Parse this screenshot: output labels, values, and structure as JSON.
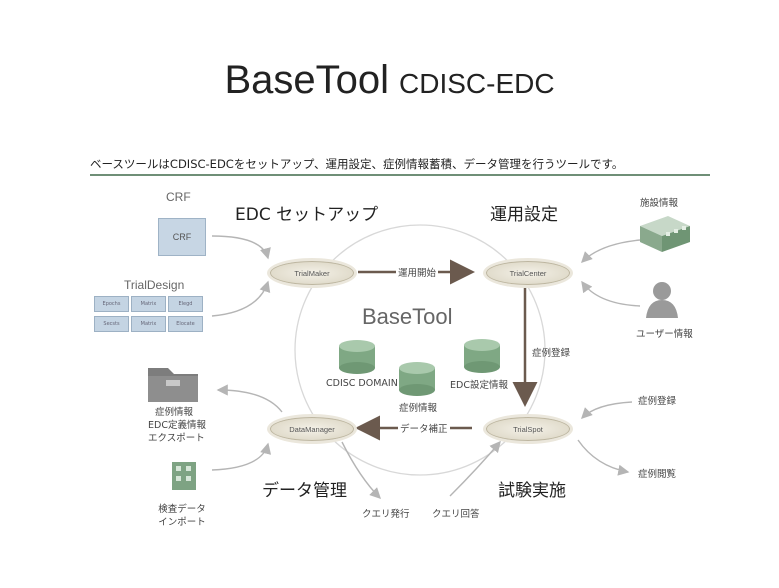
{
  "title": {
    "main": "BaseTool",
    "sub": "CDISC-EDC"
  },
  "subtitle": "ベースツールはCDISC-EDCをセットアップ、運用設定、症例情報蓄積、データ管理を行うツールです。",
  "sections": {
    "edc_setup": "EDC セットアップ",
    "operation": "運用設定",
    "data_mgmt": "データ管理",
    "trial": "試験実施"
  },
  "center_label": "BaseTool",
  "nodes": {
    "trial_maker": "TrialMaker",
    "trial_center": "TrialCenter",
    "data_manager": "DataManager",
    "trial_spot": "TrialSpot"
  },
  "flows": {
    "start_operation": "運用開始",
    "case_registration": "症例登録",
    "data_correction": "データ補正"
  },
  "databases": {
    "cdisc_domain": "CDISC DOMAIN",
    "case_info": "症例情報",
    "edc_settings": "EDC設定情報"
  },
  "inputs": {
    "crf": "CRF",
    "crf_box": "CRF",
    "trial_design": "TrialDesign",
    "trial_design_cells": [
      "Epochs",
      "Matrix",
      "Elegd",
      "Secsts",
      "Matrix",
      "Elocate"
    ]
  },
  "left_outputs": {
    "export_line1": "症例情報",
    "export_line2": "EDC定義情報",
    "export_line3": "エクスポート",
    "import_line1": "検査データ",
    "import_line2": "インポート"
  },
  "right_items": {
    "facility": "施設情報",
    "user": "ユーザー情報",
    "case_reg": "症例登録",
    "case_view": "症例閲覧"
  },
  "queries": {
    "issue": "クエリ発行",
    "answer": "クエリ回答"
  },
  "colors": {
    "rule": "#6f8f77",
    "database": "#7fa884",
    "arrow_main": "#6b5a4e",
    "arrow_light": "#b5b5b5"
  }
}
